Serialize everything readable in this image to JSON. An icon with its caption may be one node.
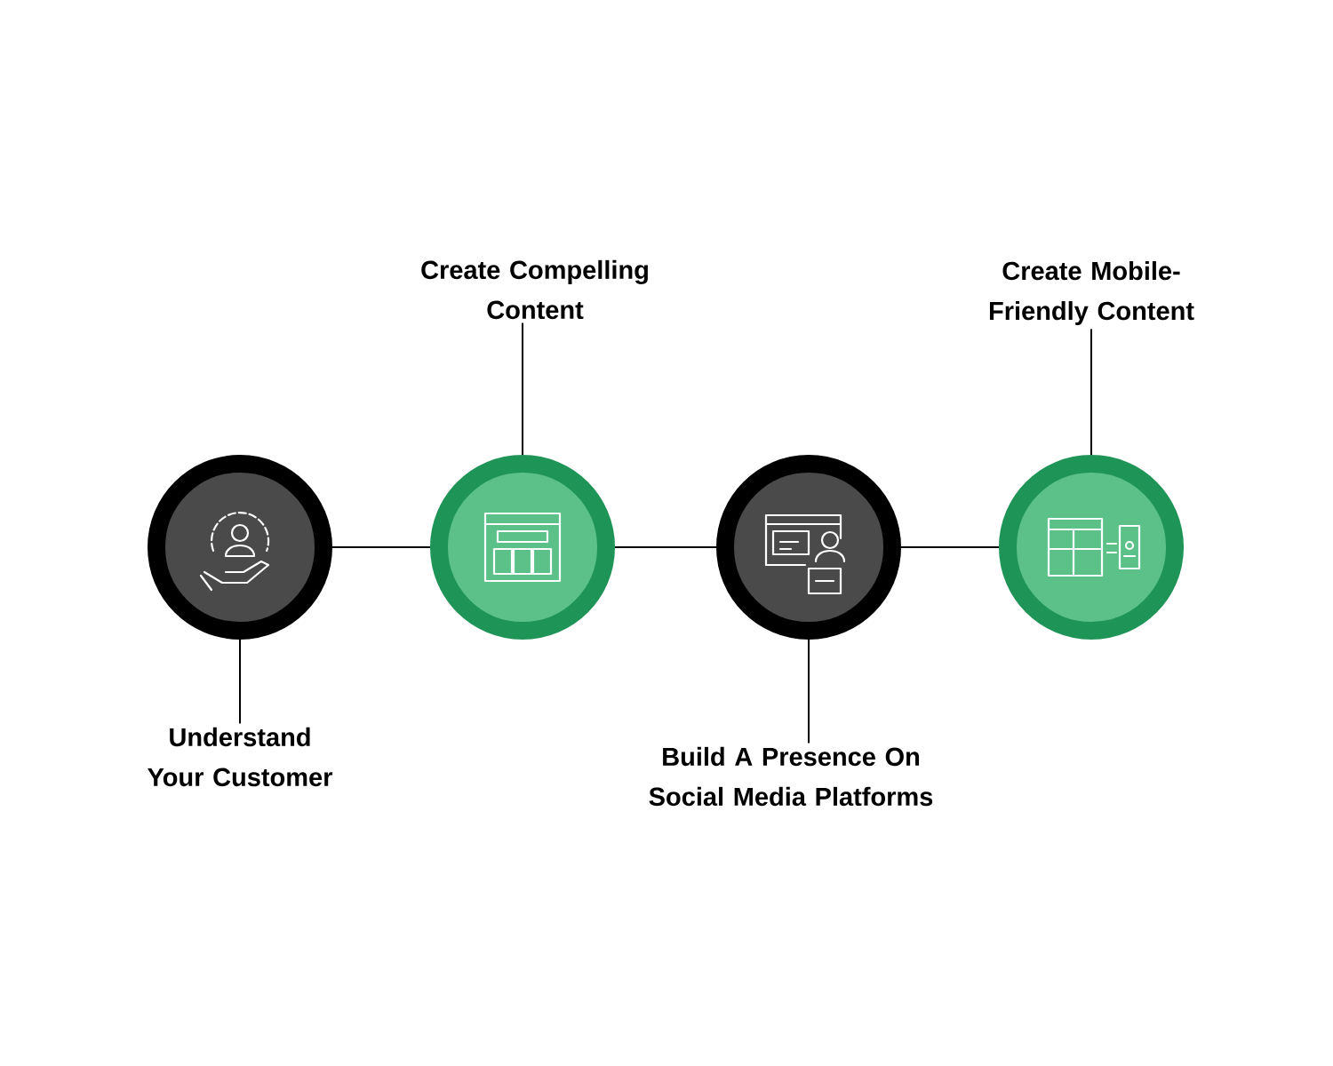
{
  "diagram": {
    "nodes": [
      {
        "text": [],
        "shape": "circle"
      },
      {
        "text": [],
        "shape": "circle"
      },
      {
        "text": [],
        "shape": "circle"
      },
      {
        "text": [],
        "shape": "circle"
      },
      {
        "text": [
          "Understand Your Customer"
        ]
      },
      {
        "text": [
          "Create Compelling Content"
        ]
      },
      {
        "text": [
          "Build A Presence On Social Media Platforms"
        ]
      },
      {
        "text": [
          "Create Mobile-Friendly Content"
        ]
      }
    ],
    "edges": [
      {
        "from": 0,
        "to": 1,
        "arrow": "none"
      },
      {
        "from": 1,
        "to": 2,
        "arrow": "none"
      },
      {
        "from": 2,
        "to": 3,
        "arrow": "none"
      },
      {
        "from": 0,
        "to": 4,
        "arrow": "none"
      },
      {
        "from": 1,
        "to": 5,
        "arrow": "none"
      },
      {
        "from": 2,
        "to": 6,
        "arrow": "none"
      },
      {
        "from": 3,
        "to": 7,
        "arrow": "none"
      }
    ]
  }
}
